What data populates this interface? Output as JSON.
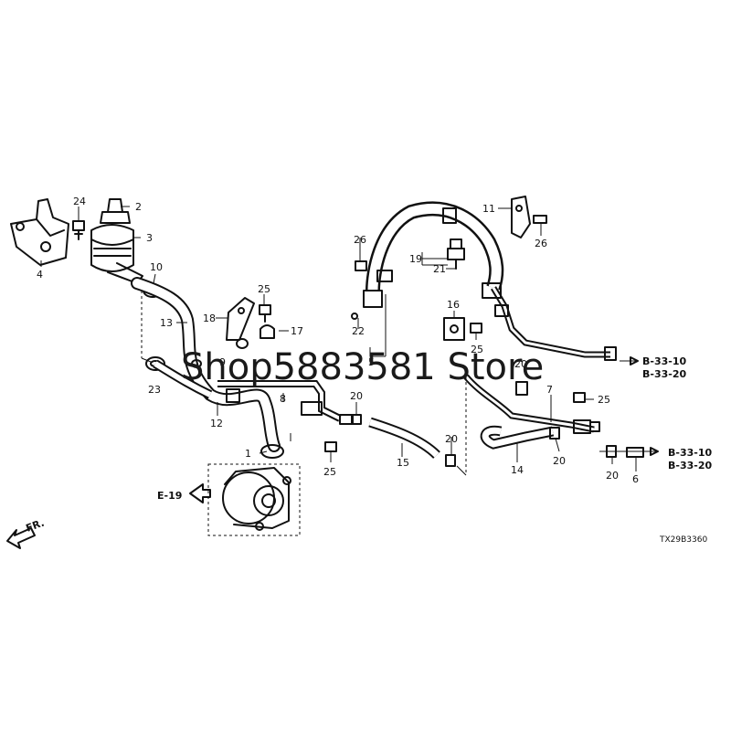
{
  "callouts": [
    "1",
    "2",
    "3",
    "4",
    "5",
    "6",
    "7",
    "8",
    "9",
    "10",
    "11",
    "12",
    "13",
    "14",
    "15",
    "16",
    "17",
    "18",
    "19",
    "20",
    "20",
    "20",
    "20",
    "20",
    "21",
    "22",
    "23",
    "24",
    "25",
    "25",
    "25",
    "25",
    "26",
    "26"
  ],
  "refs": {
    "b3310_a": "B-33-10",
    "b3320_a": "B-33-20",
    "b3310_b": "B-33-10",
    "b3320_b": "B-33-20",
    "e19": "E-19",
    "front": "FR."
  },
  "diagram_code": "TX29B3360",
  "watermark": "Shop5883581 Store",
  "colors": {
    "line": "#111111",
    "background": "#ffffff"
  }
}
